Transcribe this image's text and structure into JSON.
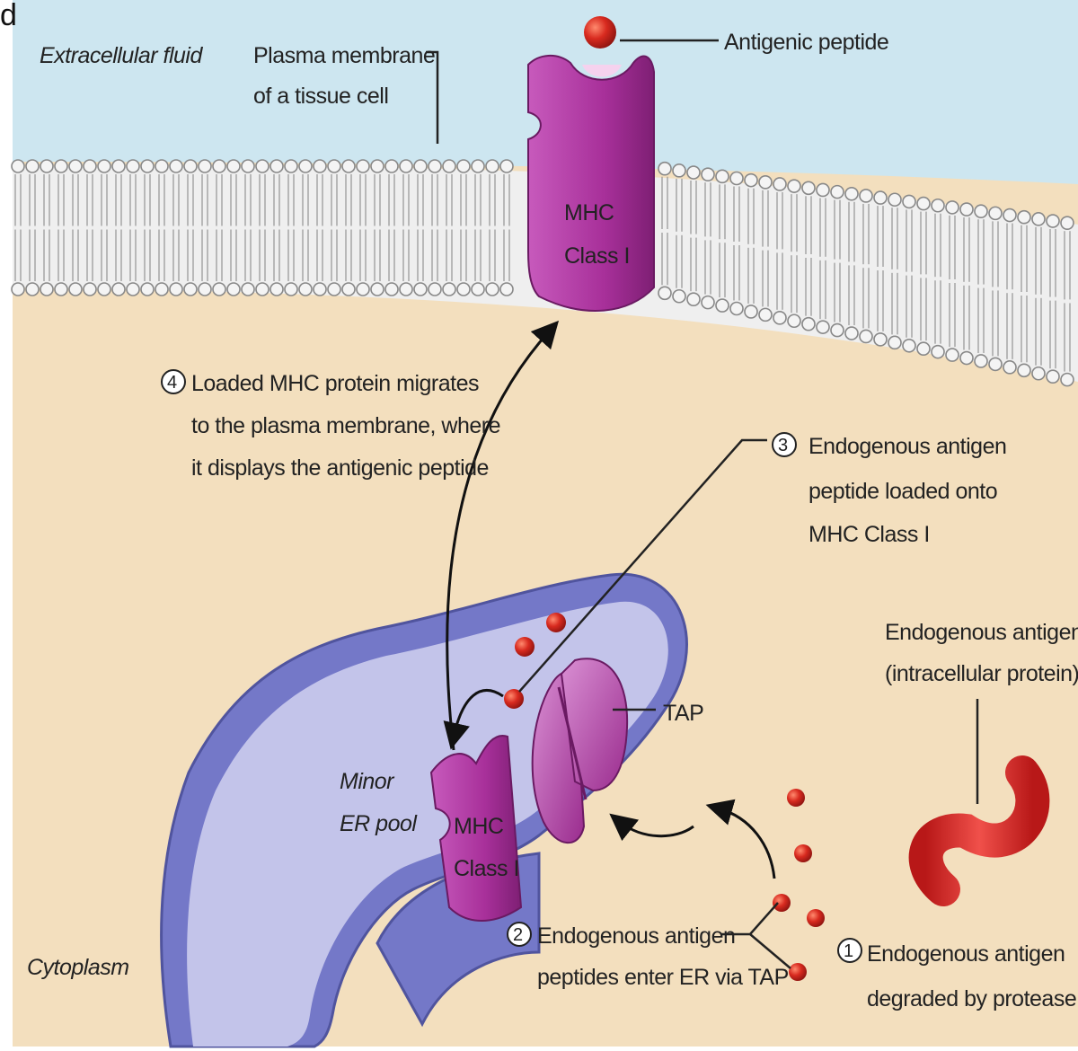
{
  "corner_letter": "d",
  "regions": {
    "extracellular": "Extracellular fluid",
    "cytoplasm": "Cytoplasm",
    "er_pool": [
      "Minor",
      "ER pool"
    ]
  },
  "labels": {
    "plasma_membrane": [
      "Plasma membrane",
      "of a tissue cell"
    ],
    "antigenic_peptide": "Antigenic peptide",
    "mhc_membrane": [
      "MHC",
      "Class I"
    ],
    "mhc_er": [
      "MHC",
      "Class I"
    ],
    "tap": "TAP",
    "endogenous_antigen": [
      "Endogenous antigen",
      "(intracellular protein)"
    ]
  },
  "steps": [
    {
      "number": "1",
      "lines": [
        "Endogenous antigen",
        "degraded by protease"
      ]
    },
    {
      "number": "2",
      "lines": [
        "Endogenous antigen",
        "peptides enter ER via TAP"
      ]
    },
    {
      "number": "3",
      "lines": [
        "Endogenous antigen",
        "peptide loaded onto",
        "MHC Class I"
      ]
    },
    {
      "number": "4",
      "lines": [
        "Loaded MHC protein migrates",
        "to the plasma membrane, where",
        "it displays the antigenic peptide"
      ]
    }
  ],
  "colors": {
    "extracellular": "#cde6f0",
    "cytoplasm": "#f3dfbe",
    "membrane": "#8a8a8a",
    "mhc": "#a8309a",
    "er_fill": "#7478c8",
    "er_lumen": "#c3c4ea",
    "peptide": "#d82a1f"
  }
}
